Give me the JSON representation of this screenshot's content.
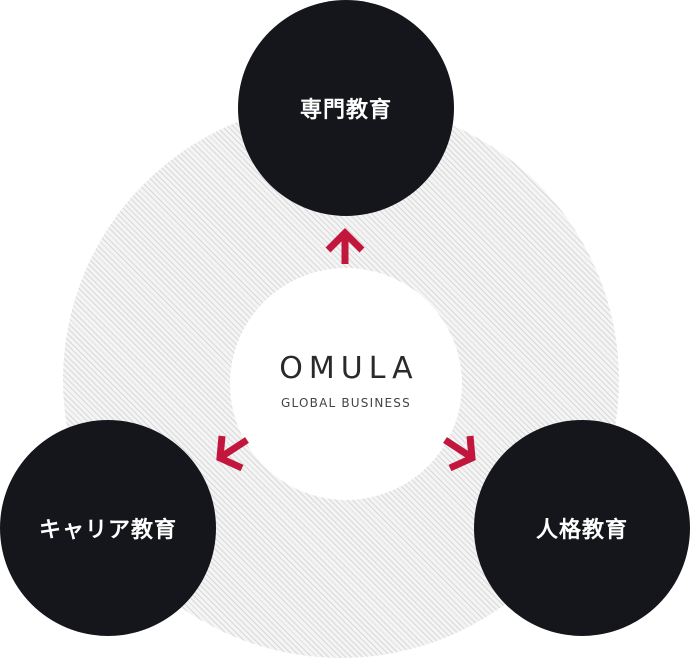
{
  "diagram": {
    "center": {
      "title": "OMULA",
      "subtitle": "GLOBAL BUSINESS"
    },
    "nodes": [
      {
        "id": "top",
        "label": "専門教育"
      },
      {
        "id": "left",
        "label": "キャリア教育"
      },
      {
        "id": "right",
        "label": "人格教育"
      }
    ],
    "colors": {
      "node_fill": "#15161b",
      "node_text": "#ffffff",
      "arrow": "#c3163d",
      "center_fill": "#ffffff",
      "background_hatch": "#d9d9d9"
    }
  }
}
